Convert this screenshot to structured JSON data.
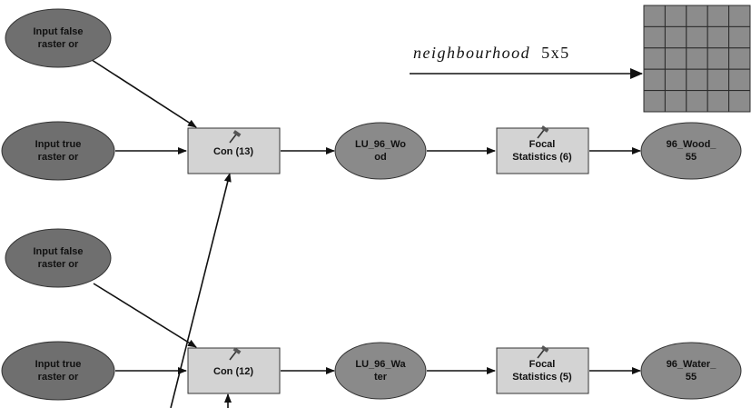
{
  "annotation": {
    "italic_word": "neighbourhood",
    "size": "5x5"
  },
  "kernel": {
    "rows": 5,
    "cols": 5
  },
  "colors": {
    "input_node": "#6f6f6f",
    "output_node": "#8a8a8a",
    "tool_box": "#d3d3d3",
    "grid_fill": "#8c8c8c"
  },
  "nodes": {
    "input_false_1": [
      "Input false",
      "raster or"
    ],
    "input_true_1": [
      "Input true",
      "raster or"
    ],
    "input_false_2": [
      "Input false",
      "raster or"
    ],
    "input_true_2": [
      "Input true",
      "raster or"
    ],
    "con_13": [
      "Con (13)"
    ],
    "con_12": [
      "Con (12)"
    ],
    "lu_96_wood": [
      "LU_96_Wo",
      "od"
    ],
    "lu_96_water": [
      "LU_96_Wa",
      "ter"
    ],
    "focal_6": [
      "Focal",
      "Statistics (6)"
    ],
    "focal_5": [
      "Focal",
      "Statistics (5)"
    ],
    "wood_55": [
      "96_Wood_",
      "55"
    ],
    "water_55": [
      "96_Water_",
      "55"
    ]
  }
}
